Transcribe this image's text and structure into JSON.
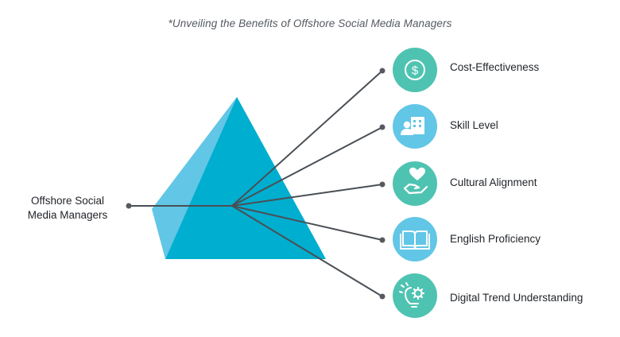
{
  "title": "*Unveiling the Benefits of Offshore Social Media Managers",
  "center": {
    "line1": "Offshore Social",
    "line2": "Media Managers"
  },
  "colors": {
    "pyramid_main": "#00aecf",
    "pyramid_light": "#62c6e6",
    "line": "#4a4f55",
    "dot": "#555a60"
  },
  "benefits": [
    {
      "label": "Cost-Effectiveness",
      "icon": "dollar-coin-icon",
      "color": "#4fc3b1"
    },
    {
      "label": "Skill Level",
      "icon": "user-building-icon",
      "color": "#62c6e6"
    },
    {
      "label": "Cultural Alignment",
      "icon": "heart-hand-icon",
      "color": "#4fc3b1"
    },
    {
      "label": "English Proficiency",
      "icon": "open-book-icon",
      "color": "#62c6e6"
    },
    {
      "label": "Digital Trend Understanding",
      "icon": "lightbulb-gear-icon",
      "color": "#4fc3b1"
    }
  ]
}
